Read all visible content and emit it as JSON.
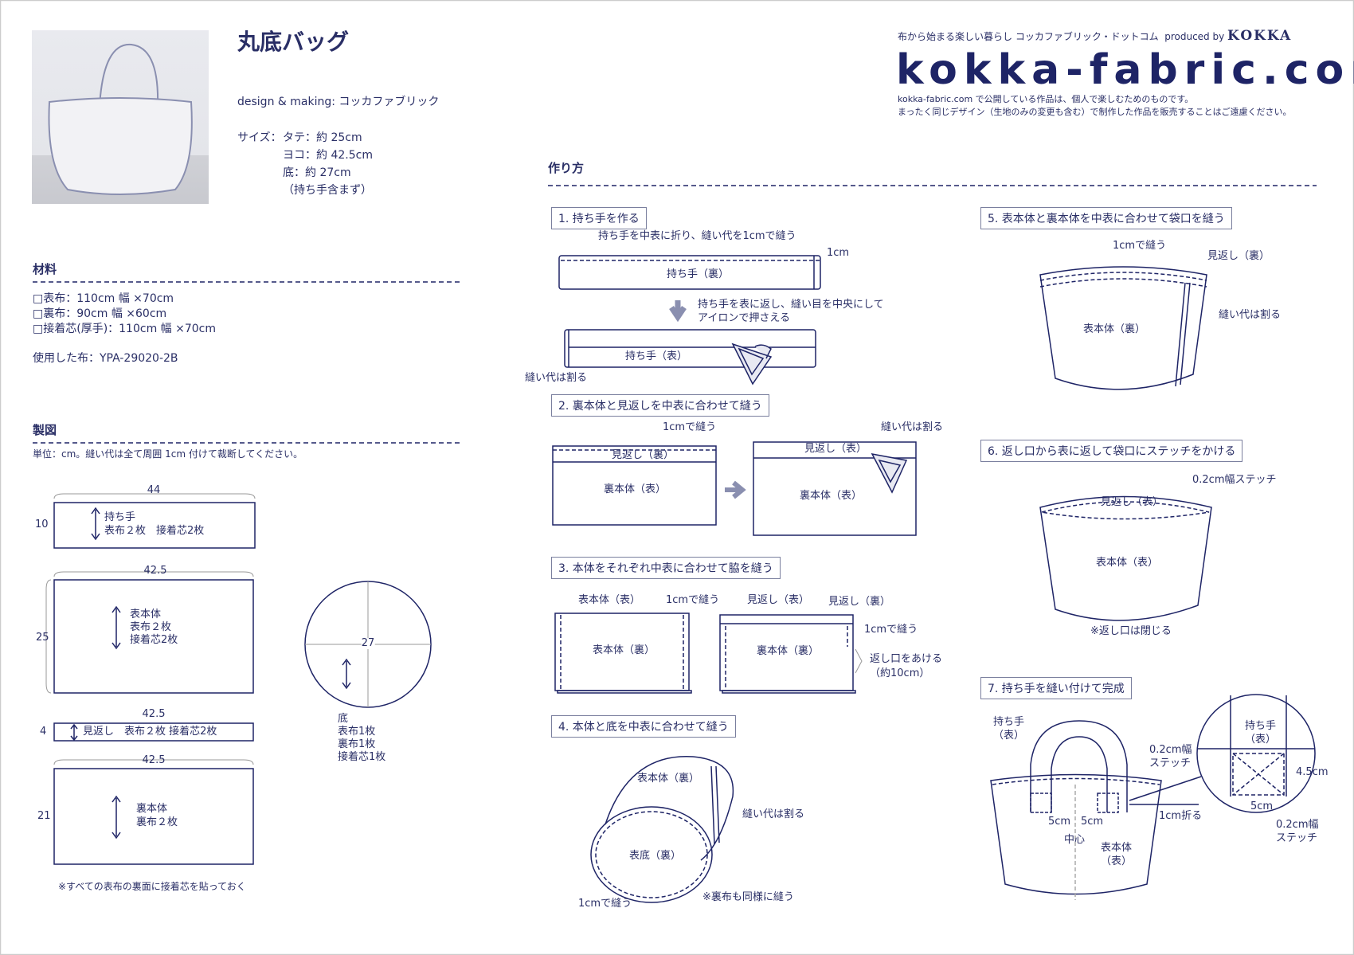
{
  "header": {
    "title": "丸底バッグ",
    "credit": "design & making: コッカファブリック",
    "size_label": "サイズ：",
    "size_lines": [
      "タテ：約 25cm",
      "ヨコ：約 42.5cm",
      "底：約 27cm",
      "（持ち手含まず）"
    ],
    "tagline": "布から始まる楽しい暮らし コッカファブリック・ドットコム",
    "produced_by": "produced by",
    "brand": "KOKKA",
    "logo": "kokka-fabric.com",
    "notice": [
      "kokka-fabric.com で公開している作品は、個人で楽しむためのものです。",
      "まったく同じデザイン（生地のみの変更も含む）で制作した作品を販売することはご遠慮ください。"
    ]
  },
  "materials": {
    "heading": "材料",
    "items": [
      "□表布：110cm 幅 ×70cm",
      "□裏布：90cm 幅 ×60cm",
      "□接着芯(厚手)：110cm 幅 ×70cm"
    ],
    "fabric_used": "使用した布：YPA-29020-2B"
  },
  "pattern": {
    "heading": "製図",
    "unit_note": "単位：cm。縫い代は全て周囲 1cm 付けて裁断してください。",
    "handle": {
      "w": "44",
      "h": "10",
      "name": "持ち手",
      "detail": "表布２枚　接着芯2枚"
    },
    "outer": {
      "w": "42.5",
      "h": "25",
      "lines": [
        "表本体",
        "表布２枚",
        "接着芯2枚"
      ]
    },
    "bottom": {
      "d": "27",
      "lines": [
        "底",
        "表布1枚",
        "裏布1枚",
        "接着芯1枚"
      ]
    },
    "facing": {
      "w": "42.5",
      "h": "4",
      "text": "見返し　表布２枚 接着芯2枚"
    },
    "lining": {
      "w": "42.5",
      "h": "21",
      "lines": [
        "裏本体",
        "裏布２枚"
      ]
    },
    "note": "※すべての表布の裏面に接着芯を貼っておく"
  },
  "howto": {
    "heading": "作り方",
    "steps": [
      "1. 持ち手を作る",
      "2. 裏本体と見返しを中表に合わせて縫う",
      "3. 本体をそれぞれ中表に合わせて脇を縫う",
      "4. 本体と底を中表に合わせて縫う",
      "5. 表本体と裏本体を中表に合わせて袋口を縫う",
      "6. 返し口から表に返して袋口にステッチをかける",
      "7. 持ち手を縫い付けて完成"
    ],
    "s1": {
      "caption": "持ち手を中表に折り、縫い代を1cmで縫う",
      "cm": "1cm",
      "a": "持ち手（裏）",
      "turn": [
        "持ち手を表に返し、縫い目を中央にして",
        "アイロンで押さえる"
      ],
      "b": "持ち手（表）",
      "press": "縫い代は割る"
    },
    "s2": {
      "sew": "1cmで縫う",
      "facing_back": "見返し（裏）",
      "lining_front": "裏本体（表）",
      "press": "縫い代は割る",
      "facing_front": "見返し（表）",
      "lining_front2": "裏本体（表）"
    },
    "s3": {
      "outer_front": "表本体（表）",
      "sew": "1cmで縫う",
      "outer_back": "表本体（裏）",
      "facing_front": "見返し（表）",
      "facing_back": "見返し（裏）",
      "sew2": "1cmで縫う",
      "opening": [
        "返し口をあける",
        "（約10cm）"
      ],
      "lining_back": "裏本体（裏）"
    },
    "s4": {
      "outer_back": "表本体（裏）",
      "press": "縫い代は割る",
      "bottom": "表底（裏）",
      "sew": "1cmで縫う",
      "note": "※裏布も同様に縫う"
    },
    "s5": {
      "sew": "1cmで縫う",
      "facing": "見返し（裏）",
      "press": "縫い代は割る",
      "body": "表本体（裏）"
    },
    "s6": {
      "stitch": "0.2cm幅ステッチ",
      "facing": "見返し（表）",
      "body": "表本体（表）",
      "note": "※返し口は閉じる"
    },
    "s7": {
      "handle": [
        "持ち手",
        "（表）"
      ],
      "stitch1": [
        "0.2cm幅",
        "ステッチ"
      ],
      "cm5a": "5cm",
      "cm5b": "5cm",
      "center": "中心",
      "body": [
        "表本体",
        "（表）"
      ],
      "fold": "1cm折る",
      "zoom_handle": [
        "持ち手",
        "（表）"
      ],
      "cm45": "4.5cm",
      "cm5": "5cm",
      "stitch2": [
        "0.2cm幅",
        "ステッチ"
      ]
    }
  },
  "colors": {
    "ink": "#1e2466",
    "text": "#2a2f66",
    "arrow": "#8a8fb0"
  }
}
